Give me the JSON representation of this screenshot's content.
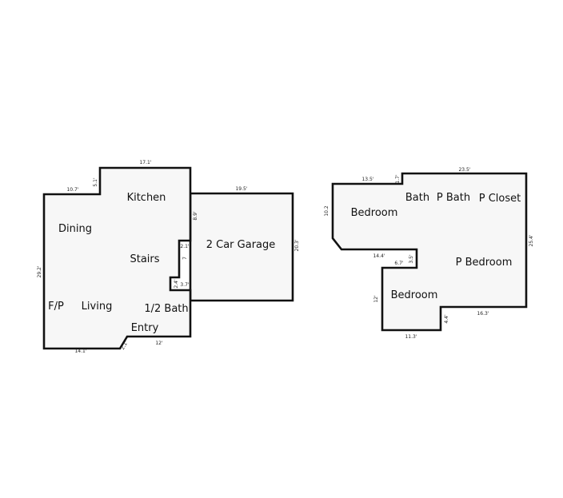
{
  "colors": {
    "wall": "#111111",
    "floor_fill": "#f7f7f7",
    "background": "#ffffff"
  },
  "lower_level": {
    "rooms": {
      "kitchen": "Kitchen",
      "dining": "Dining",
      "stairs": "Stairs",
      "garage": "2 Car Garage",
      "fireplace": "F/P",
      "living": "Living",
      "half_bath": "1/2 Bath",
      "entry": "Entry"
    },
    "dimensions": {
      "top_kitchen": "17.1'",
      "top_left": "10.7'",
      "step": "5.1'",
      "left_side": "29.2'",
      "bottom_left": "14.1'",
      "corner": "2.1'",
      "bottom_right": "12'",
      "stair_side": "8.9'",
      "stair_jog": "2.1'",
      "stair_run": "7",
      "bath_jog_a": "3.7'",
      "bath_jog_b": "2.4'",
      "garage_top": "19.5'",
      "garage_side": "20.3'"
    }
  },
  "upper_level": {
    "rooms": {
      "bath": "Bath",
      "p_bath": "P Bath",
      "p_closet": "P Closet",
      "bedroom_a": "Bedroom",
      "p_bedroom": "P Bedroom",
      "bedroom_b": "Bedroom"
    },
    "dimensions": {
      "top_left": "13.5'",
      "step": "1.7'",
      "top_right": "23.5'",
      "left_side": "10.2",
      "right_side": "25.4'",
      "notch_width": "14.4'",
      "notch_height": "3.5'",
      "notch_jog": "6.7'",
      "lower_left_side": "12'",
      "bottom": "11.3'",
      "bottom_step": "4.4'",
      "bottom_right": "16.3'"
    }
  }
}
